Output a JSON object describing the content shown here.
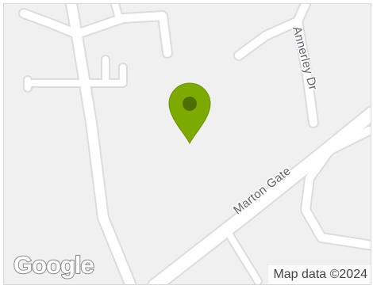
{
  "map": {
    "streets": {
      "marton_gate": "Marton Gate",
      "annerley_dr": "Annerley Dr"
    },
    "logo_text": "Google",
    "attribution": "Map data ©2024",
    "marker_icon": "map-pin-icon"
  },
  "colors": {
    "background": "#f0f0f0",
    "road": "#ffffff",
    "road_edge": "#dadada",
    "marker_fill": "#7caa00",
    "marker_dot": "#4e6f00",
    "label": "#5f6368"
  }
}
